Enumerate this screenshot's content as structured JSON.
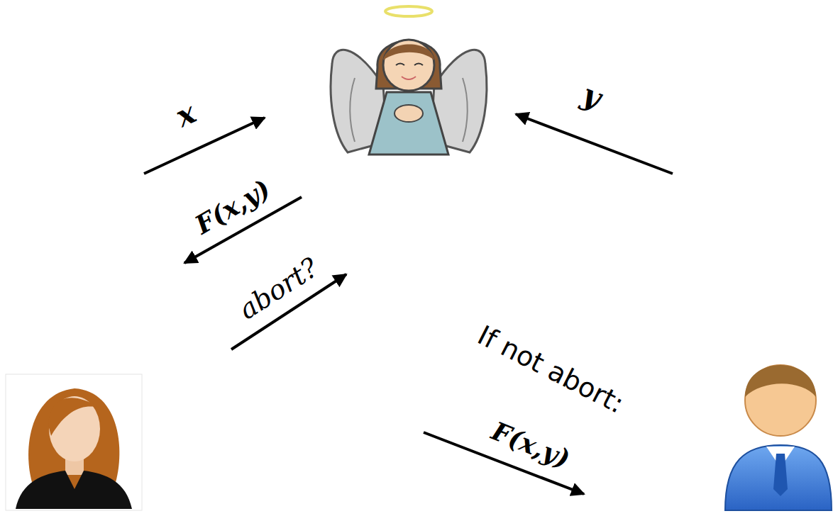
{
  "diagram": {
    "labels": [
      "x",
      "F(x,y)",
      "abort?",
      "y",
      "If not abort:",
      "F(x,y)"
    ]
  }
}
